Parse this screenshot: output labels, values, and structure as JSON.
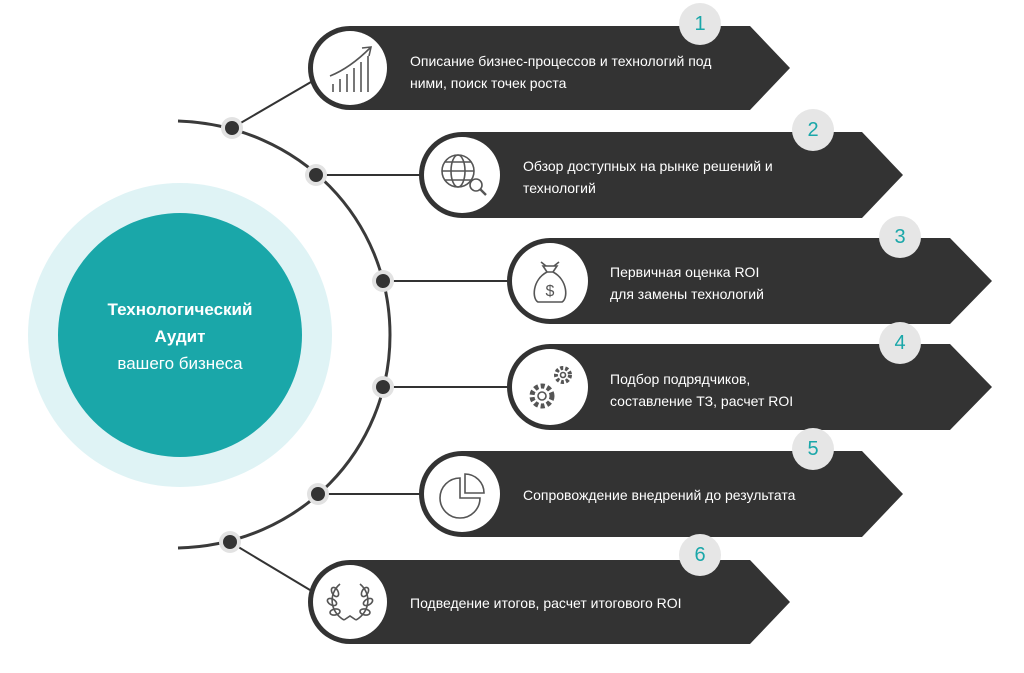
{
  "center": {
    "line1": "Технологический",
    "line2": "Аудит",
    "line3": "вашего бизнеса"
  },
  "colors": {
    "teal": "#1aa7a9",
    "halo": "#dff3f5",
    "bar": "#333333",
    "badge": "#e6e6e6"
  },
  "steps": [
    {
      "num": "1",
      "line1": "Описание бизнес-процессов и технологий под",
      "line2": "ними, поиск точек роста",
      "icon": "growth-chart-icon"
    },
    {
      "num": "2",
      "line1": "Обзор доступных на рынке решений и",
      "line2": "технологий",
      "icon": "globe-search-icon"
    },
    {
      "num": "3",
      "line1": "Первичная оценка ROI",
      "line2": "для замены технологий",
      "icon": "money-bag-icon"
    },
    {
      "num": "4",
      "line1": "Подбор подрядчиков,",
      "line2": "составление ТЗ, расчет ROI",
      "icon": "gears-icon"
    },
    {
      "num": "5",
      "line1": "Сопровождение внедрений до результата",
      "line2": "",
      "icon": "pie-chart-icon"
    },
    {
      "num": "6",
      "line1": "Подведение итогов, расчет итогового ROI",
      "line2": "",
      "icon": "laurel-wreath-icon"
    }
  ]
}
